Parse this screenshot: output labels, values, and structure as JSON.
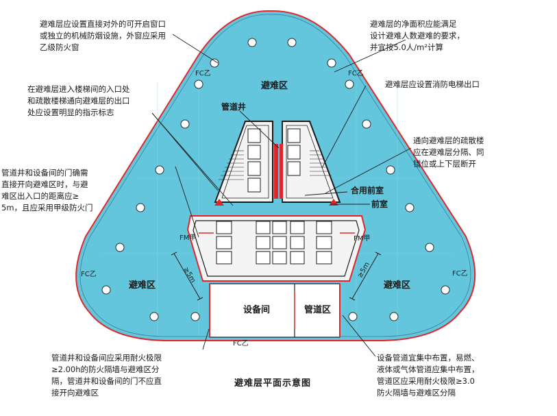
{
  "notes": {
    "top_left": "避难层应设置直接对外的可开启窗口\n或独立的机械防烟设施，外窗应采用\n乙级防火窗",
    "top_right": "避难层的净面积应能满足\n设计避难人数避难的要求，\n并宜按5.0人/m²计算",
    "mid_left": "在避难层进入楼梯间的入口处\n和疏散楼梯通向避难层的出口\n处应设置明显的指示标志",
    "mid_right": "避难层应设置消防电梯出口",
    "right_evac": "通向避难层的疏散楼\n应在避难层分隔、同\n错位或上下层断开",
    "left_door": "管道井和设备间的门确需\n直接开向避难区时，与避\n难区出入口的距离应≥\n5m，且应采用甲级防火门",
    "bottom_left": "管道井和设备间应采用耐火极限\n≥2.00h的防火隔墙与避难区分\n隔，管道井和设备间的门不应直\n接开向避难区",
    "bottom_right": "设备管道宜集中布置，易燃、\n液体或气体管道应集中布置，\n管道区应采用耐火极限≥3.0\n防火隔墙与避难区分隔"
  },
  "labels": {
    "refuge_top": "避难区",
    "refuge_left": "避难区",
    "refuge_right": "避难区",
    "pipe_shaft": "管道井",
    "shared_anteroom": "合用前室",
    "anteroom": "前室",
    "equipment_room": "设备间",
    "pipe_zone": "管道区",
    "fc_top_left": "FC乙",
    "fc_top_right": "FC乙",
    "fc_left": "FC乙",
    "fc_right": "FC乙",
    "fc_bottom": "FC乙",
    "fm_left": "FM甲",
    "fm_right": "FM甲",
    "dim_left": "≥5m",
    "dim_right": "≥5m"
  },
  "title": "避难层平面示意图",
  "colors": {
    "refuge_fill": "#63c6dc",
    "wall_red": "#e0262b",
    "core_fill": "#f4f4f4"
  }
}
